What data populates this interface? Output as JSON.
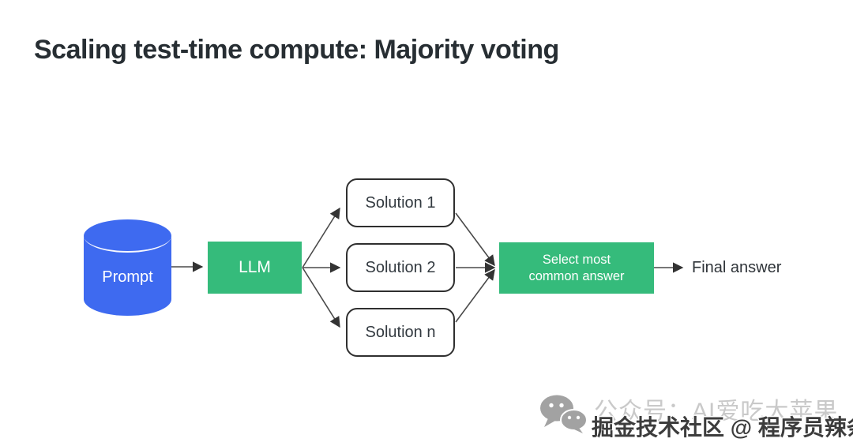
{
  "title": "Scaling test-time compute: Majority voting",
  "diagram": {
    "prompt_label": "Prompt",
    "llm_label": "LLM",
    "solutions": [
      {
        "label": "Solution 1"
      },
      {
        "label": "Solution 2"
      },
      {
        "label": "Solution n"
      }
    ],
    "select_label_line1": "Select most",
    "select_label_line2": "common answer",
    "final_answer_label": "Final answer"
  },
  "colors": {
    "blue": "#3e6af0",
    "green": "#35bb7b",
    "line": "#4a4a4a",
    "title_text": "#272e33",
    "box_border": "#2f2f2f",
    "box_text": "#333a40",
    "watermark_gray": "#c9c9c9",
    "watermark_dark": "#3c3c3c"
  },
  "watermark": {
    "icon": "wechat-icon",
    "gray_text": "公众号：AI爱吃大苹果",
    "dark_text": "掘金技术社区 @ 程序员辣条"
  }
}
